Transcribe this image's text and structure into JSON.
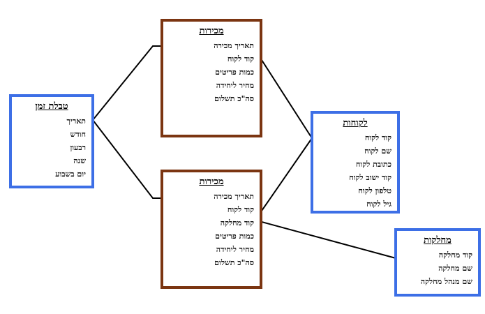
{
  "tables": {
    "time": {
      "title": "טבלת זמן",
      "fields": [
        "תאריך",
        "חודש",
        "רבעון",
        "שנה",
        "יום בשבוע"
      ]
    },
    "sales_top": {
      "title": "מכירות",
      "fields": [
        "תאריך מכירה",
        "קוד לקוח",
        "כמות פריטים",
        "מחיר ליחידה",
        "סה\"כ תשלום"
      ]
    },
    "sales_bottom": {
      "title": "מכירות",
      "fields": [
        "תאריך מכירה",
        "קוד לקוח",
        "קוד מחלקה",
        "כמות פריטים",
        "מחיר ליחידה",
        "סה\"כ תשלום"
      ]
    },
    "customers": {
      "title": "לקוחות",
      "fields": [
        "קוד לקוח",
        "שם לקוח",
        "כתובת לקוח",
        "קוד ישוב לקוח",
        "טלפון לקוח",
        "גיל לקוח"
      ]
    },
    "departments": {
      "title": "מחלקות",
      "fields": [
        "קוד מחלקה",
        "שם מחלקה",
        "שם מנהל מחלקה"
      ]
    }
  },
  "colors": {
    "dimension_border": "#3d6fe6",
    "fact_border": "#7b3511",
    "connector": "#000000"
  }
}
